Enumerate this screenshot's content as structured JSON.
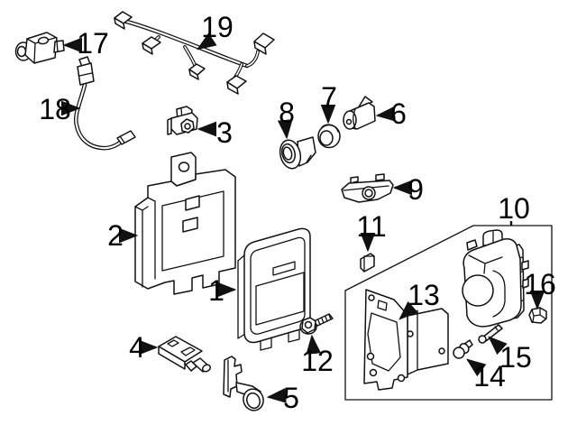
{
  "diagram": {
    "background_color": "#ffffff",
    "line_color": "#111111",
    "callouts": [
      {
        "number": "1",
        "part": "control-module"
      },
      {
        "number": "2",
        "part": "module-bracket"
      },
      {
        "number": "3",
        "part": "small-sensor"
      },
      {
        "number": "4",
        "part": "sensor-with-connector"
      },
      {
        "number": "5",
        "part": "clamp-bracket"
      },
      {
        "number": "6",
        "part": "cylindrical-sensor"
      },
      {
        "number": "7",
        "part": "grommet-ring"
      },
      {
        "number": "8",
        "part": "grommet"
      },
      {
        "number": "9",
        "part": "small-bracket"
      },
      {
        "number": "10",
        "part": "sensor-assembly-group"
      },
      {
        "number": "11",
        "part": "clip"
      },
      {
        "number": "12",
        "part": "bolt"
      },
      {
        "number": "13",
        "part": "mounting-bracket"
      },
      {
        "number": "14",
        "part": "push-pin"
      },
      {
        "number": "15",
        "part": "pin"
      },
      {
        "number": "16",
        "part": "nut"
      },
      {
        "number": "17",
        "part": "camera-sensor"
      },
      {
        "number": "18",
        "part": "antenna-cable"
      },
      {
        "number": "19",
        "part": "wiring-harness"
      }
    ]
  }
}
